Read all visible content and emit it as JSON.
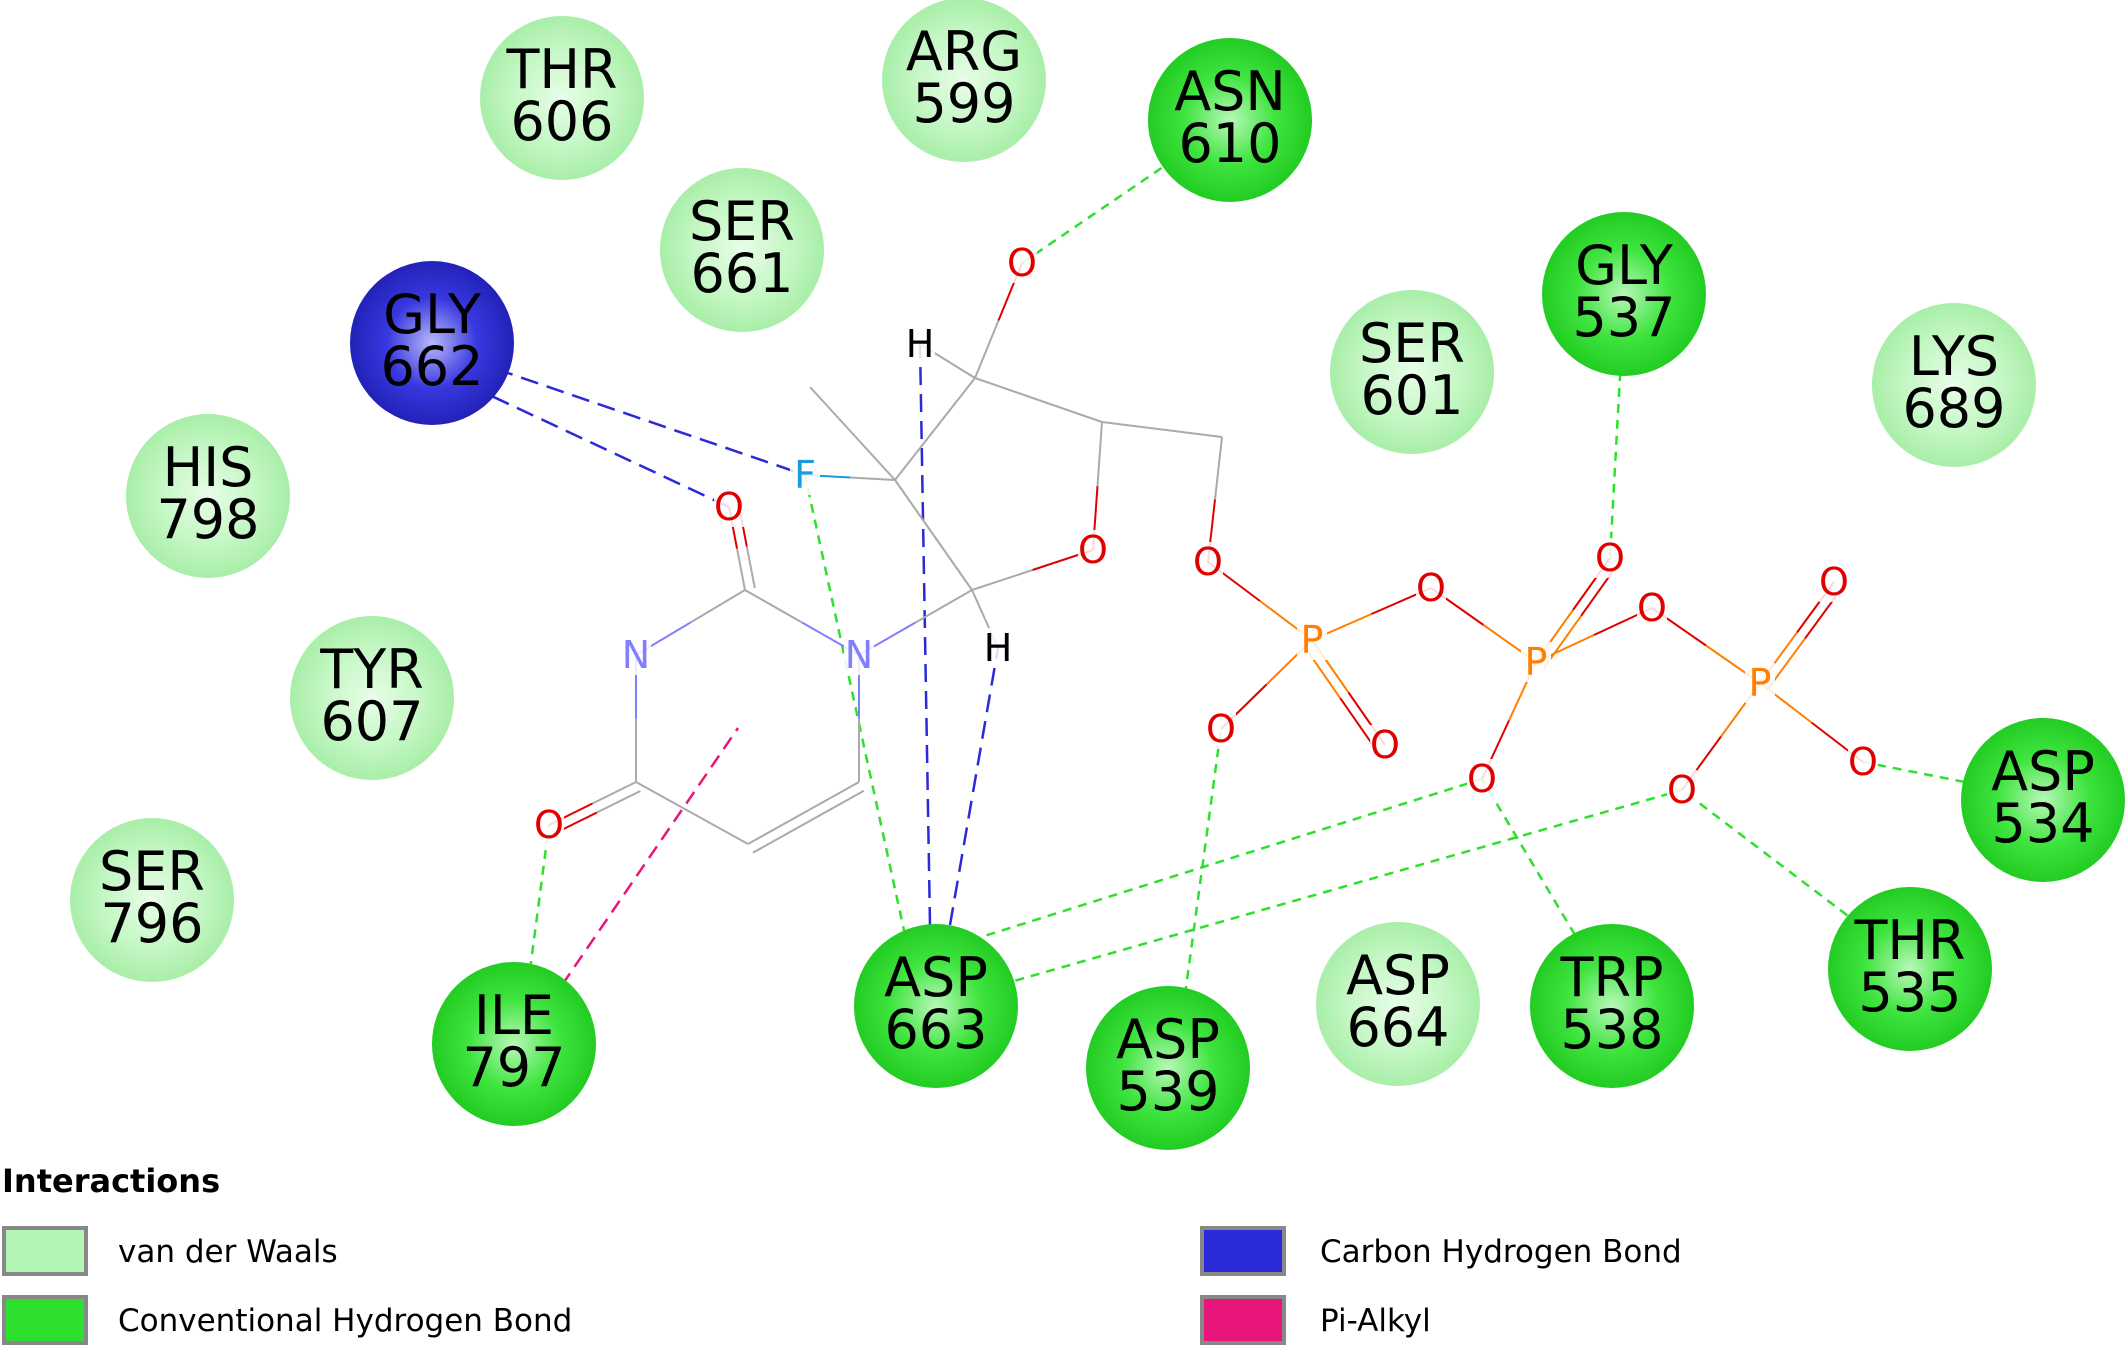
{
  "colors": {
    "vdw": "#b3f5b3",
    "hbond": "#2ee02e",
    "ch_bond": "#2a2ad8",
    "pi_alkyl": "#e8167a",
    "oxygen": "#e00000",
    "nitrogen": "#8080ff",
    "fluorine": "#1a9ae0",
    "phosphorus": "#ff8000",
    "carbon_bond": "#aaaaaa"
  },
  "residues": [
    {
      "id": "THR606",
      "name": "THR",
      "num": "606",
      "type": "vdw"
    },
    {
      "id": "ARG599",
      "name": "ARG",
      "num": "599",
      "type": "vdw"
    },
    {
      "id": "ASN610",
      "name": "ASN",
      "num": "610",
      "type": "hbond"
    },
    {
      "id": "SER661",
      "name": "SER",
      "num": "661",
      "type": "vdw"
    },
    {
      "id": "GLY662",
      "name": "GLY",
      "num": "662",
      "type": "ch_bond"
    },
    {
      "id": "GLY537",
      "name": "GLY",
      "num": "537",
      "type": "hbond"
    },
    {
      "id": "SER601",
      "name": "SER",
      "num": "601",
      "type": "vdw"
    },
    {
      "id": "LYS689",
      "name": "LYS",
      "num": "689",
      "type": "vdw"
    },
    {
      "id": "HIS798",
      "name": "HIS",
      "num": "798",
      "type": "vdw"
    },
    {
      "id": "TYR607",
      "name": "TYR",
      "num": "607",
      "type": "vdw"
    },
    {
      "id": "SER796",
      "name": "SER",
      "num": "796",
      "type": "vdw"
    },
    {
      "id": "ILE797",
      "name": "ILE",
      "num": "797",
      "type": "hbond"
    },
    {
      "id": "ASP663",
      "name": "ASP",
      "num": "663",
      "type": "hbond"
    },
    {
      "id": "ASP539",
      "name": "ASP",
      "num": "539",
      "type": "hbond"
    },
    {
      "id": "ASP664",
      "name": "ASP",
      "num": "664",
      "type": "vdw"
    },
    {
      "id": "TRP538",
      "name": "TRP",
      "num": "538",
      "type": "hbond"
    },
    {
      "id": "THR535",
      "name": "THR",
      "num": "535",
      "type": "hbond"
    },
    {
      "id": "ASP534",
      "name": "ASP",
      "num": "534",
      "type": "hbond"
    }
  ],
  "atoms": [
    {
      "id": "O_top",
      "label": "O",
      "element": "oxygen"
    },
    {
      "id": "H1",
      "label": "H",
      "element": "hydrogen"
    },
    {
      "id": "F",
      "label": "F",
      "element": "fluorine"
    },
    {
      "id": "O_ring",
      "label": "O",
      "element": "oxygen"
    },
    {
      "id": "O_carbonyl2",
      "label": "O",
      "element": "oxygen"
    },
    {
      "id": "N3",
      "label": "N",
      "element": "nitrogen"
    },
    {
      "id": "N1",
      "label": "N",
      "element": "nitrogen"
    },
    {
      "id": "H2",
      "label": "H",
      "element": "hydrogen"
    },
    {
      "id": "O_carbonyl4",
      "label": "O",
      "element": "oxygen"
    },
    {
      "id": "O5p",
      "label": "O",
      "element": "oxygen"
    },
    {
      "id": "P1",
      "label": "P",
      "element": "phosphorus"
    },
    {
      "id": "O_p1b",
      "label": "O",
      "element": "oxygen"
    },
    {
      "id": "O_p1d",
      "label": "O",
      "element": "oxygen"
    },
    {
      "id": "O_p1c",
      "label": "O",
      "element": "oxygen"
    },
    {
      "id": "P2",
      "label": "P",
      "element": "phosphorus"
    },
    {
      "id": "O_p2up",
      "label": "O",
      "element": "oxygen"
    },
    {
      "id": "O_p2b",
      "label": "O",
      "element": "oxygen"
    },
    {
      "id": "O_p2d",
      "label": "O",
      "element": "oxygen"
    },
    {
      "id": "P3",
      "label": "P",
      "element": "phosphorus"
    },
    {
      "id": "O_p3up",
      "label": "O",
      "element": "oxygen"
    },
    {
      "id": "O_p3r",
      "label": "O",
      "element": "oxygen"
    },
    {
      "id": "O_p3d",
      "label": "O",
      "element": "oxygen"
    }
  ],
  "interactions": [
    {
      "from": "ASN610",
      "to": "O_top",
      "type": "hbond"
    },
    {
      "from": "GLY662",
      "to": "F",
      "type": "ch_bond"
    },
    {
      "from": "GLY662",
      "to": "O_carbonyl2",
      "type": "ch_bond"
    },
    {
      "from": "ASP663",
      "to": "F",
      "type": "hbond"
    },
    {
      "from": "ASP663",
      "to": "H1",
      "type": "ch_bond"
    },
    {
      "from": "ASP663",
      "to": "H2",
      "type": "ch_bond"
    },
    {
      "from": "ASP663",
      "to": "O_p2d",
      "type": "hbond"
    },
    {
      "from": "ASP663",
      "to": "O_p3d",
      "type": "hbond"
    },
    {
      "from": "ILE797",
      "to": "O_carbonyl4",
      "type": "hbond"
    },
    {
      "from": "ILE797",
      "to": "pyrimidine_ring",
      "type": "pi_alkyl"
    },
    {
      "from": "ASP539",
      "to": "O_p1c",
      "type": "hbond"
    },
    {
      "from": "GLY537",
      "to": "O_p2up",
      "type": "hbond"
    },
    {
      "from": "TRP538",
      "to": "O_p2d",
      "type": "hbond"
    },
    {
      "from": "THR535",
      "to": "O_p3d",
      "type": "hbond"
    },
    {
      "from": "ASP534",
      "to": "O_p3r",
      "type": "hbond"
    }
  ],
  "legend": {
    "title": "Interactions",
    "items": [
      {
        "label": "van der Waals",
        "color": "#b3f5b3"
      },
      {
        "label": "Conventional Hydrogen Bond",
        "color": "#2ee02e"
      },
      {
        "label": "Carbon Hydrogen Bond",
        "color": "#2a2ad8"
      },
      {
        "label": "Pi-Alkyl",
        "color": "#e8167a"
      }
    ]
  }
}
